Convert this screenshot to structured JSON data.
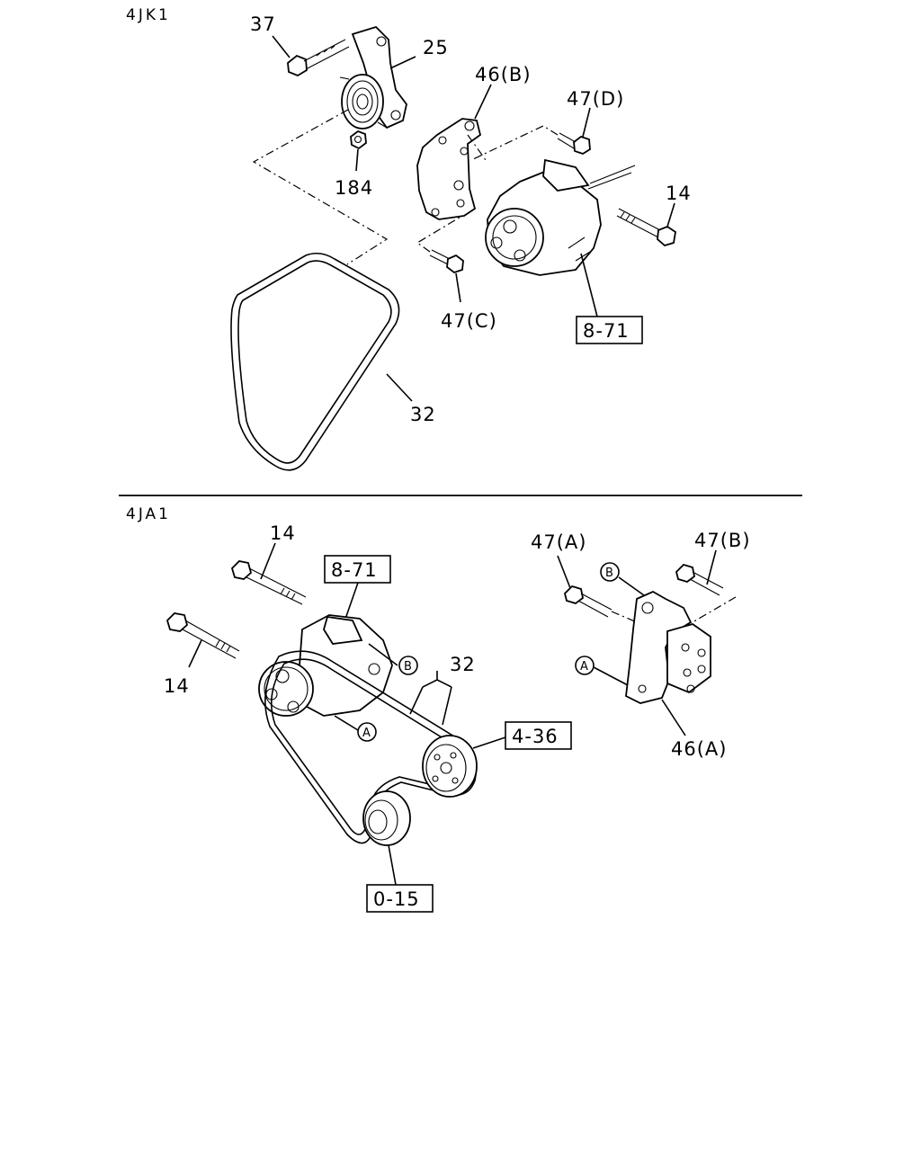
{
  "sections": {
    "top": "4JK1",
    "bottom": "4JA1"
  },
  "top_labels": {
    "l37": "37",
    "l25": "25",
    "l46b": "46(B)",
    "l47d": "47(D)",
    "l184": "184",
    "l14": "14",
    "l47c": "47(C)",
    "ref871": "8-71",
    "l32": "32"
  },
  "bottom_labels": {
    "l14a": "14",
    "l14b": "14",
    "ref871": "8-71",
    "l32": "32",
    "ref436": "4-36",
    "ref015": "0-15",
    "l47a": "47(A)",
    "l47b": "47(B)",
    "l46a": "46(A)",
    "circA1": "A",
    "circA2": "A",
    "circB1": "B",
    "circB2": "B"
  }
}
